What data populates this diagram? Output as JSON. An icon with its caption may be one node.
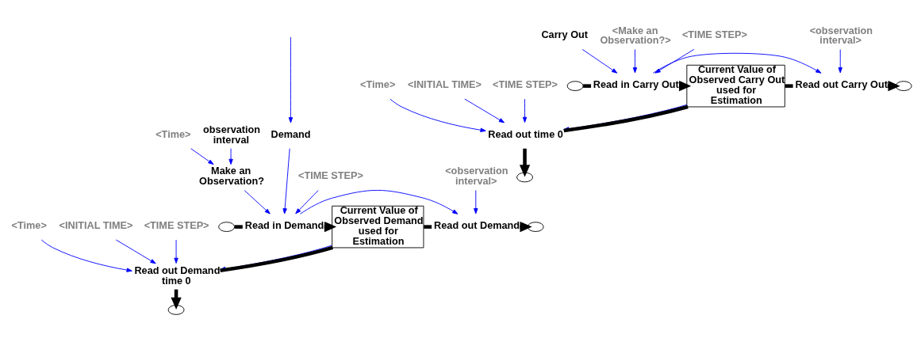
{
  "diagram": {
    "nodes": [
      {
        "text": [
          "<Time>"
        ]
      },
      {
        "text": [
          "Make an Observation?"
        ]
      },
      {
        "text": [
          "observation interval"
        ]
      },
      {
        "text": [
          "Demand"
        ]
      },
      {
        "text": [],
        "shape": "cloud"
      },
      {
        "text": [
          "Read in Demand"
        ]
      },
      {
        "text": [
          "Current Value of Observed Demand used for Estimation"
        ]
      },
      {
        "text": [
          "Read out Demand"
        ]
      },
      {
        "text": [],
        "shape": "cloud"
      },
      {
        "text": [
          "<TIME STEP>"
        ]
      },
      {
        "text": [
          "<observation interval>"
        ]
      },
      {
        "text": [
          "Read out Demand time 0"
        ]
      },
      {
        "text": [],
        "shape": "cloud"
      },
      {
        "text": [
          "<Time>"
        ]
      },
      {
        "text": [
          "<INITIAL TIME>"
        ]
      },
      {
        "text": [
          "<TIME STEP>"
        ]
      },
      {
        "text": [
          "Carry Out"
        ]
      },
      {
        "text": [
          "<Make an Observation?>"
        ]
      },
      {
        "text": [],
        "shape": "cloud"
      },
      {
        "text": [
          "Read in Carry Out"
        ]
      },
      {
        "text": [
          "Current Value of Observed Carry Out used for Estimation"
        ]
      },
      {
        "text": [
          "Read out Carry Out"
        ]
      },
      {
        "text": [],
        "shape": "cloud"
      },
      {
        "text": [
          "<TIME STEP>"
        ]
      },
      {
        "text": [
          "<observation interval>"
        ]
      },
      {
        "text": [
          "Read out time 0"
        ]
      },
      {
        "text": [],
        "shape": "cloud"
      },
      {
        "text": [
          "<Time>"
        ]
      },
      {
        "text": [
          "<INITIAL TIME>"
        ]
      },
      {
        "text": [
          "<TIME STEP>"
        ]
      }
    ],
    "edges": [
      {
        "from": null,
        "to": 3,
        "arrow": "to"
      },
      {
        "from": 0,
        "to": 1,
        "arrow": "to"
      },
      {
        "from": 2,
        "to": 1,
        "arrow": "to"
      },
      {
        "from": 1,
        "to": 5,
        "arrow": "to"
      },
      {
        "from": 3,
        "to": 5,
        "arrow": "to"
      },
      {
        "from": 4,
        "to": 5,
        "arrow": "none",
        "style": "thick",
        "color": "#000000"
      },
      {
        "from": 5,
        "to": 6,
        "arrow": "to",
        "style": "thick",
        "color": "#000000"
      },
      {
        "from": 5,
        "to": 7,
        "arrow": "to"
      },
      {
        "from": 6,
        "to": 7,
        "arrow": "none",
        "style": "thick",
        "color": "#000000"
      },
      {
        "from": 7,
        "to": 8,
        "arrow": "to",
        "style": "thick",
        "color": "#000000"
      },
      {
        "from": 9,
        "to": 5,
        "arrow": "to"
      },
      {
        "from": 10,
        "to": 7,
        "arrow": "to"
      },
      {
        "from": 6,
        "to": 11,
        "arrow": "to"
      },
      {
        "from": 6,
        "to": 11,
        "arrow": "none",
        "style": "thick",
        "color": "#000000"
      },
      {
        "from": 11,
        "to": 12,
        "arrow": "to",
        "style": "thick",
        "color": "#000000"
      },
      {
        "from": 13,
        "to": 11,
        "arrow": "to"
      },
      {
        "from": 14,
        "to": 11,
        "arrow": "to"
      },
      {
        "from": 15,
        "to": 11,
        "arrow": "to"
      },
      {
        "from": 16,
        "to": 19,
        "arrow": "to"
      },
      {
        "from": 17,
        "to": 19,
        "arrow": "to"
      },
      {
        "from": 18,
        "to": 19,
        "arrow": "none",
        "style": "thick",
        "color": "#000000"
      },
      {
        "from": 19,
        "to": 20,
        "arrow": "to",
        "style": "thick",
        "color": "#000000"
      },
      {
        "from": 19,
        "to": 21,
        "arrow": "to"
      },
      {
        "from": 20,
        "to": 21,
        "arrow": "none",
        "style": "thick",
        "color": "#000000"
      },
      {
        "from": 21,
        "to": 22,
        "arrow": "to",
        "style": "thick",
        "color": "#000000"
      },
      {
        "from": 23,
        "to": 19,
        "arrow": "to"
      },
      {
        "from": 24,
        "to": 21,
        "arrow": "to"
      },
      {
        "from": 20,
        "to": 25,
        "arrow": "to"
      },
      {
        "from": 20,
        "to": 25,
        "arrow": "none",
        "style": "thick",
        "color": "#000000"
      },
      {
        "from": 25,
        "to": 26,
        "arrow": "to",
        "style": "thick",
        "color": "#000000"
      },
      {
        "from": 27,
        "to": 25,
        "arrow": "to"
      },
      {
        "from": 28,
        "to": 25,
        "arrow": "to"
      },
      {
        "from": 29,
        "to": 25,
        "arrow": "to"
      }
    ]
  }
}
